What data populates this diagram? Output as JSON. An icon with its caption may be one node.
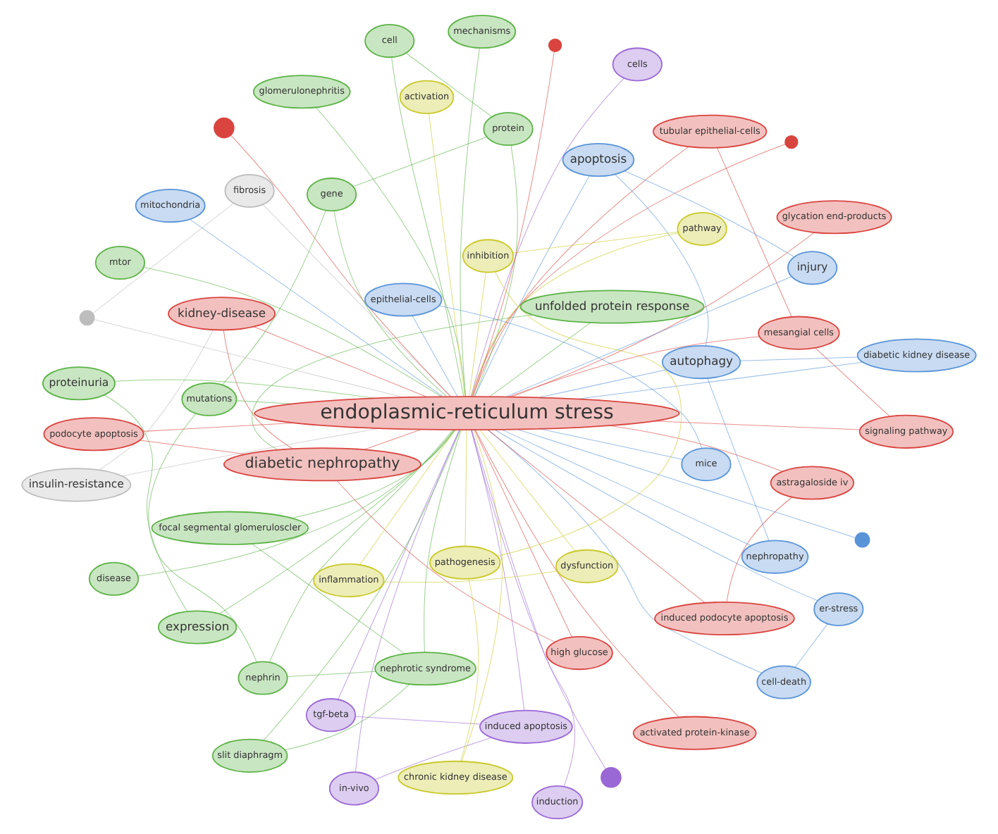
{
  "diagram": {
    "nodes": [
      {
        "text": [],
        "shape": "circle"
      },
      {
        "text": [
          "induced apoptosis"
        ]
      },
      {
        "text": [
          "in-vivo"
        ]
      },
      {
        "text": [
          "fibrosis"
        ]
      },
      {
        "text": [
          "high glucose"
        ]
      },
      {
        "text": [
          "tgf-beta"
        ]
      },
      {
        "text": [
          "insulin-resistance"
        ]
      },
      {
        "text": [
          "er-stress"
        ]
      },
      {
        "text": [
          "slit diaphragm"
        ]
      },
      {
        "text": [
          "activated protein-kinase"
        ]
      },
      {
        "text": [
          "induction"
        ]
      },
      {
        "text": [
          "mtor"
        ]
      },
      {
        "text": [
          "mice"
        ]
      },
      {
        "text": [
          "astragaloside iv"
        ]
      },
      {
        "text": [
          "kidney-disease"
        ]
      },
      {
        "text": [
          "nephrotic syndrome"
        ]
      },
      {
        "text": [
          "cell-death"
        ]
      },
      {
        "text": [
          "proteinuria"
        ]
      },
      {
        "text": [
          "mitochondria"
        ]
      },
      {
        "text": [
          "epithelial-cells"
        ]
      },
      {
        "text": [
          "induced podocyte apoptosis"
        ]
      },
      {
        "text": [
          "diabetic nephropathy"
        ]
      },
      {
        "text": [
          "unfolded protein response"
        ]
      },
      {
        "text": [
          "cells"
        ]
      },
      {
        "text": [
          "glomerulonephritis"
        ]
      },
      {
        "text": [],
        "shape": "circle"
      },
      {
        "text": [
          "glycation end-products"
        ]
      },
      {
        "text": [
          "mutations"
        ]
      },
      {
        "text": [
          "nephrin"
        ]
      },
      {
        "text": [],
        "shape": "circle"
      },
      {
        "text": [
          "tubular epithelial-cells"
        ]
      },
      {
        "text": [
          "endoplasmic-reticulum stress"
        ]
      },
      {
        "text": [
          "expression"
        ]
      },
      {
        "text": [],
        "shape": "circle"
      },
      {
        "text": [],
        "shape": "circle"
      },
      {
        "text": [
          "mesangial cells"
        ]
      },
      {
        "text": [
          "activation"
        ]
      },
      {
        "text": [
          "mechanisms"
        ]
      },
      {
        "text": [
          "focal segmental glomeruloscler"
        ]
      },
      {
        "text": [
          "inflammation"
        ]
      },
      {
        "text": [
          "apoptosis"
        ]
      },
      {
        "text": [
          "gene"
        ]
      },
      {
        "text": [
          "autophagy"
        ]
      },
      {
        "text": [
          "diabetic kidney disease"
        ]
      },
      {
        "text": [
          "injury"
        ]
      },
      {
        "text": [
          "disease"
        ]
      },
      {
        "text": [
          "protein"
        ]
      },
      {
        "text": [
          "nephropathy"
        ]
      },
      {
        "text": [
          "signaling pathway"
        ]
      },
      {
        "text": [
          "dysfunction"
        ]
      },
      {
        "text": [
          "podocyte apoptosis"
        ]
      },
      {
        "text": [
          "pathway"
        ]
      },
      {
        "text": [
          "inhibition"
        ]
      },
      {
        "text": [
          "cell"
        ]
      },
      {
        "text": [],
        "shape": "circle"
      },
      {
        "text": [
          "chronic kidney disease"
        ]
      },
      {
        "text": [
          "pathogenesis"
        ]
      }
    ],
    "edges": [
      {
        "from": 0,
        "to": 31,
        "arrow": "none",
        "color": "#bdbdbd"
      },
      {
        "from": 1,
        "to": 31,
        "arrow": "none",
        "color": "#9a68d5"
      },
      {
        "from": 2,
        "to": 31,
        "arrow": "none",
        "color": "#9a68d5"
      },
      {
        "from": 3,
        "to": 31,
        "arrow": "none",
        "color": "#bdbdbd"
      },
      {
        "from": 4,
        "to": 31,
        "arrow": "none",
        "color": "#d9443f"
      },
      {
        "from": 5,
        "to": 31,
        "arrow": "none",
        "color": "#9a68d5"
      },
      {
        "from": 6,
        "to": 31,
        "arrow": "none",
        "color": "#bdbdbd"
      },
      {
        "from": 7,
        "to": 31,
        "arrow": "none",
        "color": "#5a94d8"
      },
      {
        "from": 8,
        "to": 31,
        "arrow": "none",
        "color": "#5cb347"
      },
      {
        "from": 9,
        "to": 31,
        "arrow": "none",
        "color": "#d9443f"
      },
      {
        "from": 10,
        "to": 31,
        "arrow": "none",
        "color": "#9a68d5"
      },
      {
        "from": 11,
        "to": 31,
        "arrow": "none",
        "color": "#5cb347"
      },
      {
        "from": 12,
        "to": 31,
        "arrow": "none",
        "color": "#5a94d8"
      },
      {
        "from": 13,
        "to": 31,
        "arrow": "none",
        "color": "#d9443f"
      },
      {
        "from": 14,
        "to": 31,
        "arrow": "none",
        "color": "#d9443f"
      },
      {
        "from": 15,
        "to": 31,
        "arrow": "none",
        "color": "#5cb347"
      },
      {
        "from": 16,
        "to": 31,
        "arrow": "none",
        "color": "#5a94d8"
      },
      {
        "from": 17,
        "to": 31,
        "arrow": "none",
        "color": "#5cb347"
      },
      {
        "from": 18,
        "to": 31,
        "arrow": "none",
        "color": "#5a94d8"
      },
      {
        "from": 19,
        "to": 31,
        "arrow": "none",
        "color": "#5a94d8"
      },
      {
        "from": 20,
        "to": 31,
        "arrow": "none",
        "color": "#d9443f"
      },
      {
        "from": 21,
        "to": 31,
        "arrow": "none",
        "color": "#d9443f"
      },
      {
        "from": 22,
        "to": 31,
        "arrow": "none",
        "color": "#5cb347"
      },
      {
        "from": 23,
        "to": 31,
        "arrow": "none",
        "color": "#9a68d5"
      },
      {
        "from": 24,
        "to": 31,
        "arrow": "none",
        "color": "#5cb347"
      },
      {
        "from": 25,
        "to": 31,
        "arrow": "none",
        "color": "#9a68d5"
      },
      {
        "from": 26,
        "to": 31,
        "arrow": "none",
        "color": "#d9443f"
      },
      {
        "from": 27,
        "to": 31,
        "arrow": "none",
        "color": "#5cb347"
      },
      {
        "from": 28,
        "to": 31,
        "arrow": "none",
        "color": "#5cb347"
      },
      {
        "from": 29,
        "to": 31,
        "arrow": "none",
        "color": "#5a94d8"
      },
      {
        "from": 30,
        "to": 31,
        "arrow": "none",
        "color": "#d9443f"
      },
      {
        "from": 32,
        "to": 31,
        "arrow": "none",
        "color": "#5cb347"
      },
      {
        "from": 33,
        "to": 31,
        "arrow": "none",
        "color": "#d9443f"
      },
      {
        "from": 34,
        "to": 31,
        "arrow": "none",
        "color": "#d9443f"
      },
      {
        "from": 35,
        "to": 31,
        "arrow": "none",
        "color": "#d9443f"
      },
      {
        "from": 36,
        "to": 31,
        "arrow": "none",
        "color": "#c9c92a"
      },
      {
        "from": 37,
        "to": 31,
        "arrow": "none",
        "color": "#5cb347"
      },
      {
        "from": 38,
        "to": 31,
        "arrow": "none",
        "color": "#5cb347"
      },
      {
        "from": 39,
        "to": 31,
        "arrow": "none",
        "color": "#c9c92a"
      },
      {
        "from": 40,
        "to": 31,
        "arrow": "none",
        "color": "#5a94d8"
      },
      {
        "from": 41,
        "to": 31,
        "arrow": "none",
        "color": "#5cb347"
      },
      {
        "from": 42,
        "to": 31,
        "arrow": "none",
        "color": "#5a94d8"
      },
      {
        "from": 43,
        "to": 31,
        "arrow": "none",
        "color": "#5a94d8"
      },
      {
        "from": 44,
        "to": 31,
        "arrow": "none",
        "color": "#5a94d8"
      },
      {
        "from": 45,
        "to": 31,
        "arrow": "none",
        "color": "#5cb347"
      },
      {
        "from": 46,
        "to": 31,
        "arrow": "none",
        "color": "#5cb347"
      },
      {
        "from": 47,
        "to": 31,
        "arrow": "none",
        "color": "#5a94d8"
      },
      {
        "from": 48,
        "to": 31,
        "arrow": "none",
        "color": "#d9443f"
      },
      {
        "from": 49,
        "to": 31,
        "arrow": "none",
        "color": "#c9c92a"
      },
      {
        "from": 50,
        "to": 31,
        "arrow": "none",
        "color": "#d9443f"
      },
      {
        "from": 51,
        "to": 31,
        "arrow": "none",
        "color": "#c9c92a"
      },
      {
        "from": 52,
        "to": 31,
        "arrow": "none",
        "color": "#c9c92a"
      },
      {
        "from": 53,
        "to": 31,
        "arrow": "none",
        "color": "#5cb347"
      },
      {
        "from": 54,
        "to": 31,
        "arrow": "none",
        "color": "#d9443f"
      },
      {
        "from": 55,
        "to": 31,
        "arrow": "none",
        "color": "#c9c92a"
      },
      {
        "from": 56,
        "to": 31,
        "arrow": "none",
        "color": "#c9c92a"
      },
      {
        "from": 1,
        "to": 2,
        "arrow": "none",
        "color": "#9a68d5"
      },
      {
        "from": 1,
        "to": 5,
        "arrow": "none",
        "color": "#9a68d5"
      },
      {
        "from": 8,
        "to": 15,
        "arrow": "none",
        "color": "#5cb347"
      },
      {
        "from": 15,
        "to": 28,
        "arrow": "none",
        "color": "#5cb347"
      },
      {
        "from": 27,
        "to": 28,
        "arrow": "none",
        "color": "#5cb347"
      },
      {
        "from": 38,
        "to": 15,
        "arrow": "none",
        "color": "#5cb347"
      },
      {
        "from": 41,
        "to": 27,
        "arrow": "none",
        "color": "#5cb347"
      },
      {
        "from": 46,
        "to": 41,
        "arrow": "none",
        "color": "#5cb347"
      },
      {
        "from": 53,
        "to": 46,
        "arrow": "none",
        "color": "#5cb347"
      },
      {
        "from": 4,
        "to": 21,
        "arrow": "none",
        "color": "#d9443f"
      },
      {
        "from": 14,
        "to": 21,
        "arrow": "none",
        "color": "#d9443f"
      },
      {
        "from": 13,
        "to": 20,
        "arrow": "none",
        "color": "#d9443f"
      },
      {
        "from": 30,
        "to": 35,
        "arrow": "none",
        "color": "#d9443f"
      },
      {
        "from": 48,
        "to": 35,
        "arrow": "none",
        "color": "#d9443f"
      },
      {
        "from": 50,
        "to": 21,
        "arrow": "none",
        "color": "#d9443f"
      },
      {
        "from": 6,
        "to": 14,
        "arrow": "none",
        "color": "#bdbdbd"
      },
      {
        "from": 3,
        "to": 0,
        "arrow": "none",
        "color": "#bdbdbd"
      },
      {
        "from": 40,
        "to": 44,
        "arrow": "none",
        "color": "#5a94d8"
      },
      {
        "from": 42,
        "to": 47,
        "arrow": "none",
        "color": "#5a94d8"
      },
      {
        "from": 43,
        "to": 42,
        "arrow": "none",
        "color": "#5a94d8"
      },
      {
        "from": 56,
        "to": 52,
        "arrow": "none",
        "color": "#c9c92a"
      },
      {
        "from": 56,
        "to": 55,
        "arrow": "none",
        "color": "#c9c92a"
      },
      {
        "from": 51,
        "to": 52,
        "arrow": "none",
        "color": "#c9c92a"
      },
      {
        "from": 49,
        "to": 39,
        "arrow": "none",
        "color": "#c9c92a"
      },
      {
        "from": 7,
        "to": 16,
        "arrow": "none",
        "color": "#5a94d8"
      },
      {
        "from": 12,
        "to": 19,
        "arrow": "none",
        "color": "#5a94d8"
      },
      {
        "from": 22,
        "to": 21,
        "arrow": "none",
        "color": "#5cb347"
      },
      {
        "from": 32,
        "to": 17,
        "arrow": "none",
        "color": "#5cb347"
      },
      {
        "from": 40,
        "to": 42,
        "arrow": "none",
        "color": "#5a94d8"
      }
    ]
  }
}
